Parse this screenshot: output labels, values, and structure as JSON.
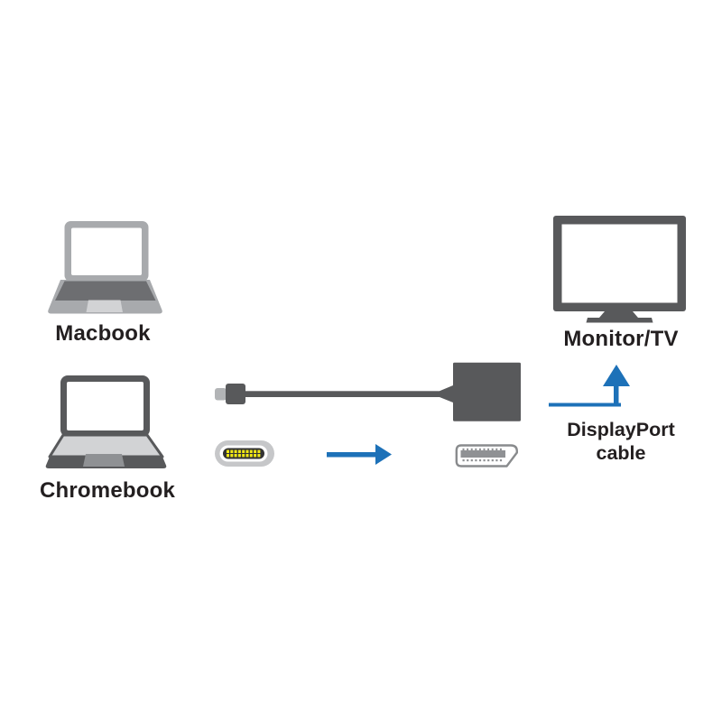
{
  "page": {
    "background": "#ffffff"
  },
  "labels": {
    "macbook": "Macbook",
    "chromebook": "Chromebook",
    "monitor": "Monitor/TV",
    "cable_line1": "DisplayPort",
    "cable_line2": "cable"
  },
  "colors": {
    "background": "#ffffff",
    "text": "#231f20",
    "accent-blue": "#1d71b8",
    "dark-gray": "#58595b",
    "keyboard-gray": "#6d6e71",
    "light-gray": "#a8aaad",
    "panel-gray": "#d2d3d5",
    "trackpad-gray": "#8f9194",
    "shell-gray": "#c6c7c9",
    "slot-dark": "#333333",
    "pin-yellow": "#f1e813",
    "dp-outline": "#898b8d"
  },
  "icons": {
    "macbook": "laptop-macbook-illustration",
    "chromebook": "laptop-chromebook-illustration",
    "monitor": "monitor-tv-illustration",
    "adapter": "usbc-to-displayport-adapter-illustration",
    "usbc_port": "usb-c-connector-icon",
    "arrow_right": "arrow-right-icon",
    "dp_connector": "displayport-connector-icon",
    "arrow_up": "displayport-cable-arrow-icon"
  }
}
